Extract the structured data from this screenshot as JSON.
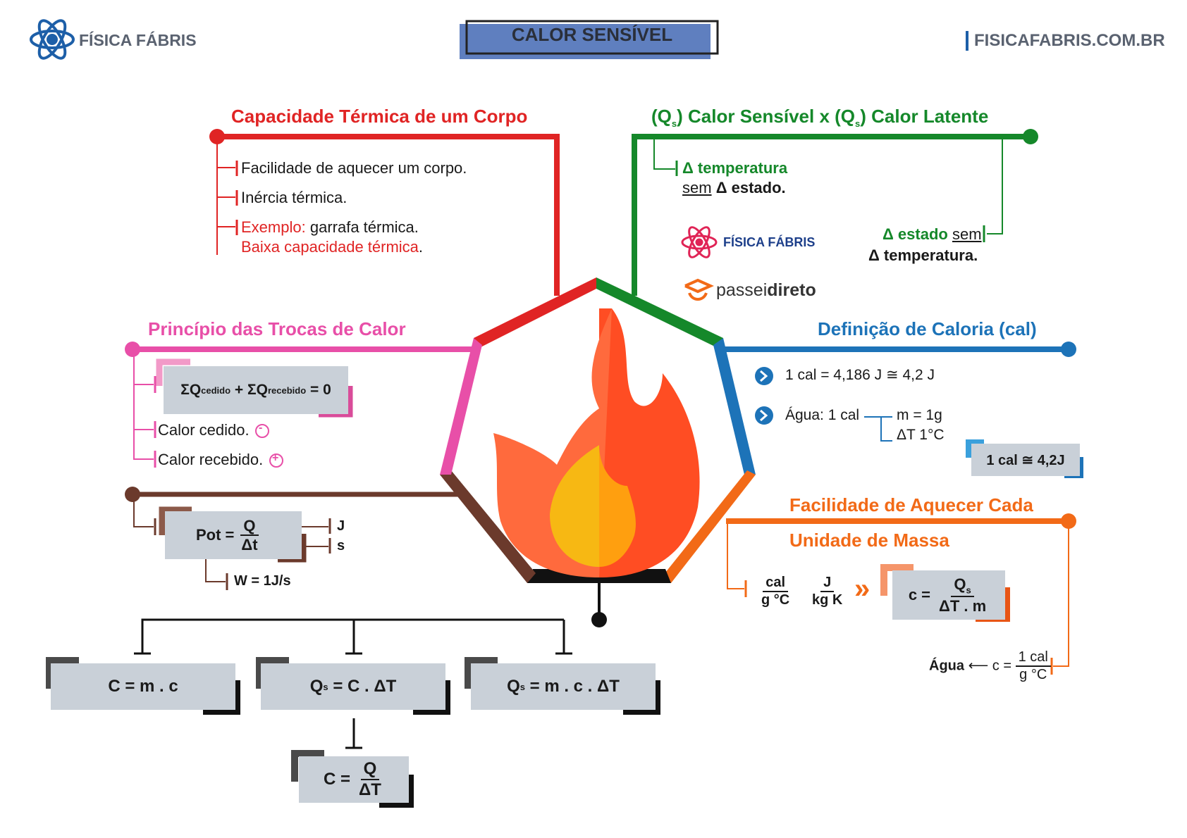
{
  "header": {
    "brand": "FÍSICA FÁBRIS",
    "page_title": "CALOR SENSÍVEL",
    "website": "FISICAFABRIS.COM.BR"
  },
  "colors": {
    "red": "#e02424",
    "green": "#15882a",
    "pink": "#e84fa8",
    "blue": "#1d73b8",
    "orange": "#f26a17",
    "brown": "#6b3a2c",
    "black": "#111111",
    "box": "#c9d0d8"
  },
  "capacidade": {
    "title": "Capacidade Térmica de um Corpo",
    "item1": "Facilidade de aquecer um corpo.",
    "item2": "Inércia térmica.",
    "example_label": "Exemplo:",
    "example_text": "garrafa térmica.",
    "example_note": "Baixa capacidade térmica",
    "example_note_end": "."
  },
  "sensivel_latente": {
    "q": "(Q",
    "sub_s": "s",
    "close": ")",
    "mid": "Calor Sensível x (Q",
    "end": "Calor Latente",
    "item1_a": "Δ temperatura",
    "item1_b_sem": "sem",
    "item1_b_rest": "Δ estado.",
    "item2_a": "Δ estado",
    "item2_a_sem": "sem",
    "item2_b": "Δ temperatura."
  },
  "logos": {
    "fisica": "FÍSICA FÁBRIS",
    "passei": "passei",
    "direto": "direto"
  },
  "trocas": {
    "title": "Princípio das Trocas de Calor",
    "formula_a": "ΣQ",
    "sub_cedido": "cedido",
    "plus": "+ ΣQ",
    "sub_recebido": "recebido",
    "eq": "= 0",
    "cedido": "Calor cedido.",
    "cedido_sign": "-",
    "recebido": "Calor recebido.",
    "recebido_sign": "+"
  },
  "potencia": {
    "pot": "Pot =",
    "num": "Q",
    "den": "Δt",
    "unit_j": "J",
    "unit_s": "s",
    "watt": "W = 1J/s"
  },
  "caloria": {
    "title": "Definição de Caloria (cal)",
    "line1": "1 cal = 4,186 J  ≅ 4,2 J",
    "agua": "Água: 1 cal",
    "m": "m = 1g",
    "dt": "ΔT 1°C",
    "box": "1 cal ≅ 4,2J"
  },
  "especifico": {
    "title1": "Facilidade de Aquecer Cada",
    "title2": "Unidade de Massa",
    "u1_num": "cal",
    "u1_den": "g °C",
    "u2_num": "J",
    "u2_den": "kg K",
    "arrow": "»",
    "c_eq": "c =",
    "c_num": "Q",
    "c_sub": "s",
    "c_den": "ΔT . m",
    "agua_label": "Água",
    "agua_arrow": "⟵ c =",
    "agua_num": "1 cal",
    "agua_den": "g °C"
  },
  "formulas": {
    "f1": "C = m . c",
    "f2_q": "Q",
    "f2_sub": "s",
    "f2_rest": "= C . ΔT",
    "f3_q": "Q",
    "f3_sub": "s",
    "f3_rest": "= m . c . ΔT",
    "f4_c": "C =",
    "f4_num": "Q",
    "f4_den": "ΔT"
  }
}
